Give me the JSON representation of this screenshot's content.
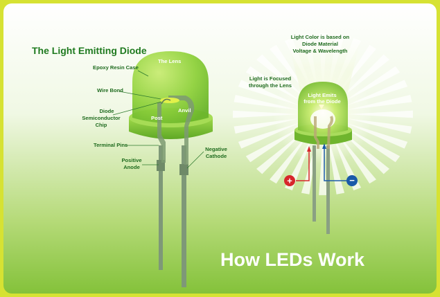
{
  "title": "The Light Emitting Diode",
  "footer_title": "How LEDs Work",
  "labels": {
    "lens": "The Lens",
    "epoxy": "Epoxy Resin Case",
    "wire_bond": "Wire Bond",
    "chip_1": "Diode",
    "chip_2": "Semiconductor",
    "chip_3": "Chip",
    "post": "Post",
    "anvil": "Anvil",
    "terminal_pins": "Terminal Pins",
    "positive_1": "Positive",
    "positive_2": "Anode",
    "negative_1": "Negative",
    "negative_2": "Cathode",
    "color_1": "Light Color is based on",
    "color_2": "Diode Material",
    "color_3": "Voltage & Wavelength",
    "focused_1": "Light is Focused",
    "focused_2": "through the Lens",
    "emits_1": "Light Emits",
    "emits_2": "from the Diode",
    "plus": "+",
    "minus": "−"
  },
  "colors": {
    "frame": "#d6e233",
    "background_top": "#ffffff",
    "background_bottom": "#8cc63f",
    "label_text": "#1f6b1f",
    "positive": "#d7262b",
    "negative": "#1a5aa8"
  }
}
